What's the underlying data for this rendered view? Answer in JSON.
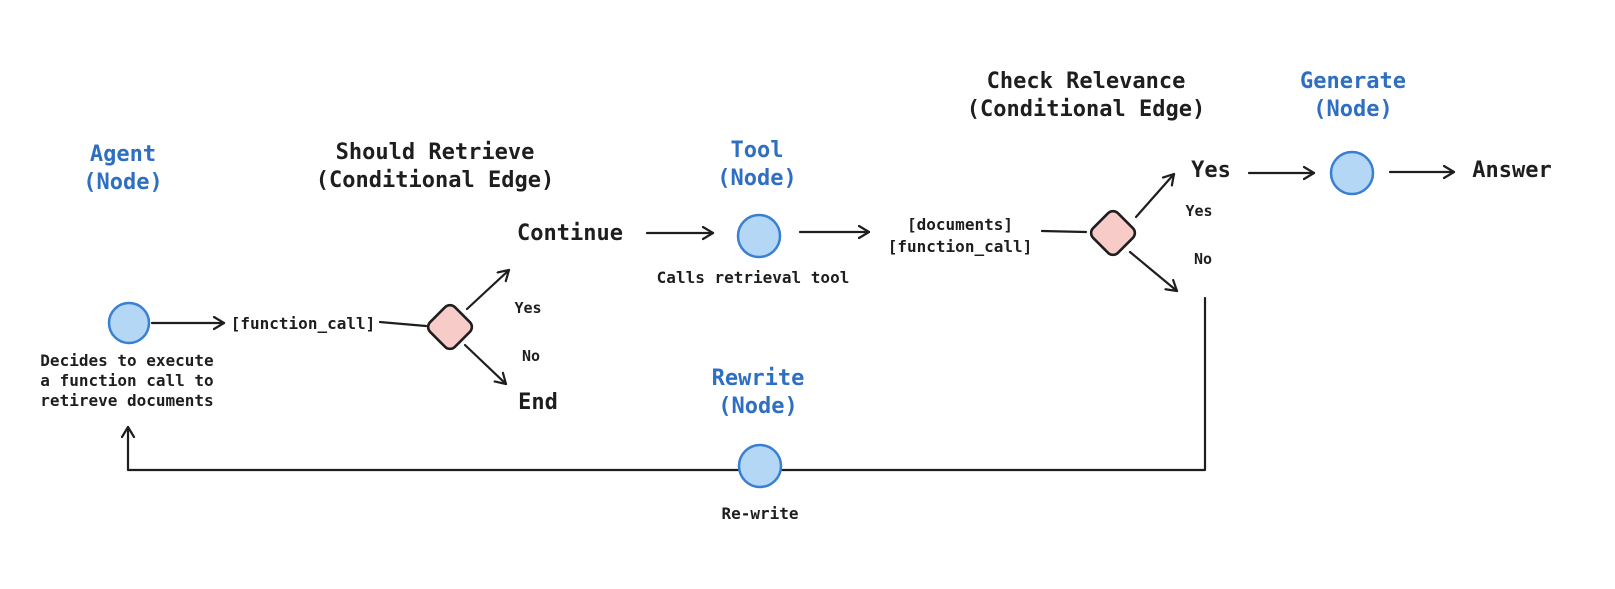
{
  "colors": {
    "node_label": "#2f6fc1",
    "text": "#1e1e1e",
    "edge": "#1e1e1e",
    "node_fill": "#b3d7f5",
    "node_stroke": "#3a80d2",
    "diamond_fill": "#f7cbc8",
    "diamond_stroke": "#1e1e1e",
    "background": "#ffffff"
  },
  "nodes": {
    "agent": {
      "title": "Agent",
      "subtitle": "(Node)",
      "caption": [
        "Decides to execute",
        "a function call to",
        "retireve documents"
      ]
    },
    "should_retrieve": {
      "title": "Should Retrieve",
      "subtitle": "(Conditional Edge)"
    },
    "tool": {
      "title": "Tool",
      "subtitle": "(Node)",
      "caption": [
        "Calls retrieval tool"
      ]
    },
    "check_relevance": {
      "title": "Check Relevance",
      "subtitle": "(Conditional Edge)"
    },
    "generate": {
      "title": "Generate",
      "subtitle": "(Node)"
    },
    "rewrite": {
      "title": "Rewrite",
      "subtitle": "(Node)",
      "caption": [
        "Re-write"
      ]
    }
  },
  "edges": {
    "agent_to_should_retrieve": {
      "label": "[function_call]"
    },
    "should_retrieve_yes": {
      "branch": "Yes",
      "target": "Continue"
    },
    "should_retrieve_no": {
      "branch": "No",
      "target": "End"
    },
    "tool_to_check_relevance": {
      "label": [
        "[documents]",
        "[function_call]"
      ]
    },
    "check_relevance_yes": {
      "branch": "Yes",
      "target": "Yes"
    },
    "check_relevance_no": {
      "branch": "No"
    },
    "generate_to_answer": {
      "target": "Answer"
    }
  }
}
